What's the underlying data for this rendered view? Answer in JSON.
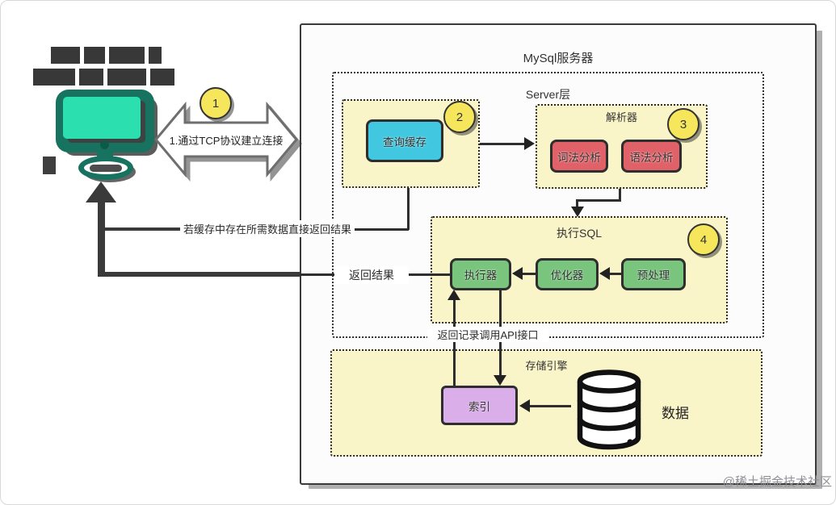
{
  "colors": {
    "panel_yellow": "#FAF5C8",
    "badge_yellow": "#F6E65C",
    "cyan": "#41C8E0",
    "red": "#E16168",
    "green": "#79C57E",
    "purple": "#D9AEE9",
    "teal_dark": "#17735F",
    "teal_screen": "#2BE0AE",
    "line_dark": "#3A3A3A"
  },
  "connection": {
    "badge": "1",
    "label": "1.通过TCP协议建立连接"
  },
  "flow_labels": {
    "cache_hit": "若缓存中存在所需数据直接返回结果",
    "return_result": "返回结果",
    "api_return": "返回记录调用API接口"
  },
  "mysql": {
    "title": "MySql服务器"
  },
  "server_layer": {
    "title": "Server层"
  },
  "query_cache": {
    "badge": "2",
    "label": "查询缓存"
  },
  "parser": {
    "title": "解析器",
    "badge": "3",
    "lexical": "词法分析",
    "syntax": "语法分析"
  },
  "execute_sql": {
    "title": "执行SQL",
    "badge": "4",
    "executor": "执行器",
    "optimizer": "优化器",
    "preprocessor": "预处理"
  },
  "storage_engine": {
    "title": "存储引擎",
    "index": "索引",
    "data": "数据"
  },
  "watermark": "@稀土掘金技术社区"
}
